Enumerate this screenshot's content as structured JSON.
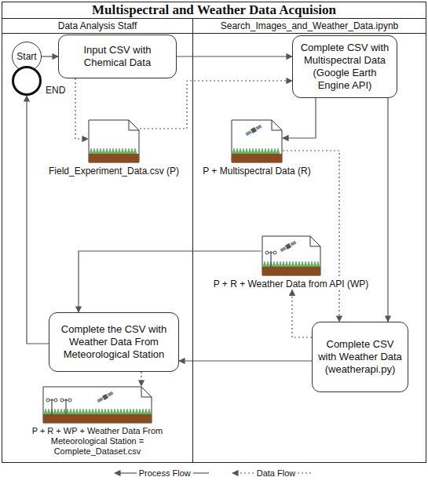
{
  "diagram": {
    "title": "Multispectral and Weather Data Acquision",
    "nodes": [
      {
        "text": [
          "Data Analysis Staff"
        ]
      },
      {
        "text": [
          "Search_Images_and_Weather_Data.ipynb"
        ]
      },
      {
        "text": [
          "Start"
        ],
        "in": 0
      },
      {
        "text": [
          "Input CSV with Chemical Data"
        ],
        "in": 0
      },
      {
        "text": [
          "Complete CSV with Multispectral Data (Google Earth Engine API)"
        ],
        "in": 1
      },
      {
        "text": [
          "END"
        ],
        "in": 0
      },
      {
        "text": [
          "Field_Experiment_Data.csv (P)"
        ],
        "in": 0
      },
      {
        "text": [
          "P + Multispectral Data (R)"
        ],
        "in": 1
      },
      {
        "text": [
          "P + R + Weather Data from API (WP)"
        ],
        "in": 1
      },
      {
        "text": [
          "Complete the CSV with Weather Data From Meteorological Station"
        ],
        "in": 0
      },
      {
        "text": [
          "Complete CSV with Weather Data (weatherapi.py)"
        ],
        "in": 1
      },
      {
        "text": [
          "P + R + WP + Weather Data From Meteorological Station = Complete_Dataset.csv"
        ],
        "in": 0
      }
    ],
    "edges": [
      {
        "from": 2,
        "to": 3,
        "arrow": "to"
      },
      {
        "from": 3,
        "to": 4,
        "arrow": "to"
      },
      {
        "from": 3,
        "to": 6,
        "arrow": "to"
      },
      {
        "from": 6,
        "to": 4,
        "arrow": "to"
      },
      {
        "from": 4,
        "to": 7,
        "arrow": "to"
      },
      {
        "from": 4,
        "to": 10,
        "arrow": "to"
      },
      {
        "from": 7,
        "to": 10,
        "arrow": "to"
      },
      {
        "from": 10,
        "to": 8,
        "arrow": "to"
      },
      {
        "from": 8,
        "to": 9,
        "arrow": "to"
      },
      {
        "from": 10,
        "to": 9,
        "arrow": "to"
      },
      {
        "from": 9,
        "to": 5,
        "arrow": "to"
      },
      {
        "from": 9,
        "to": 11,
        "arrow": "to"
      }
    ],
    "legend": [
      {
        "text": "Process Flow"
      },
      {
        "text": "Data Flow"
      }
    ]
  }
}
